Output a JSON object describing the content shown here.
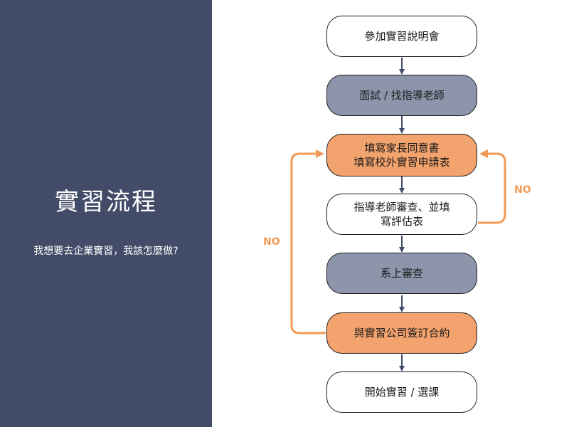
{
  "sidebar": {
    "title": "實習流程",
    "subtitle": "我想要去企業實習，我該怎麼做?"
  },
  "flowchart": {
    "steps": [
      {
        "lines": [
          "參加實習說明會"
        ]
      },
      {
        "lines": [
          "面試 / 找指導老師"
        ]
      },
      {
        "lines": [
          "填寫家長同意書",
          "填寫校外實習申請表"
        ]
      },
      {
        "lines": [
          "指導老師審查、並填",
          "寫評估表"
        ]
      },
      {
        "lines": [
          "系上審查"
        ]
      },
      {
        "lines": [
          "與實習公司簽訂合約"
        ]
      },
      {
        "lines": [
          "開始實習  / 選課"
        ]
      }
    ],
    "loop_right_label": "NO",
    "loop_left_label": "NO"
  },
  "colors": {
    "sidebar_bg": "#424b67",
    "node_gray": "#8d95ab",
    "node_orange": "#f3a36d",
    "loop_arrow": "#f29a55",
    "down_arrow": "#424b67"
  }
}
